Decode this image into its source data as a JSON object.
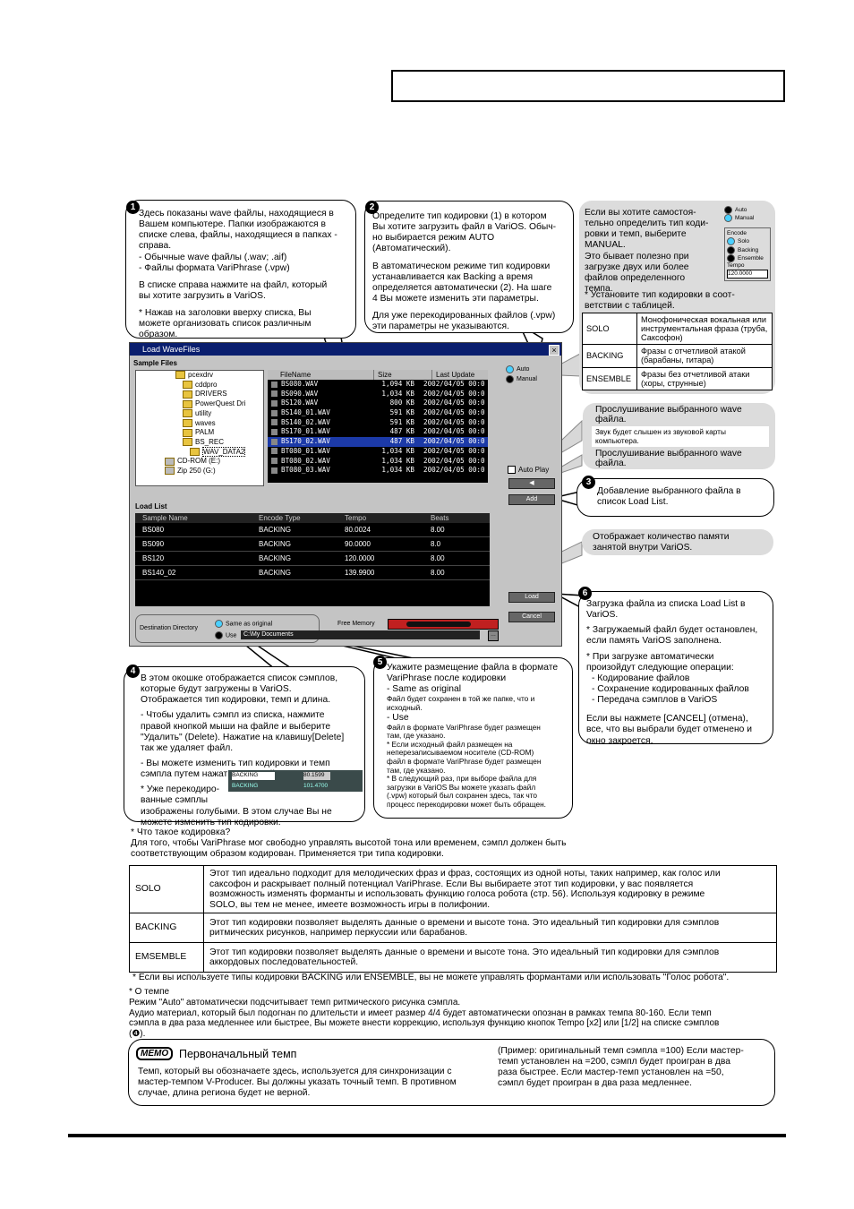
{
  "callout1": {
    "num": "1",
    "lines": [
      "Здесь показаны wave файлы, находящиеся в",
      "Вашем компьютере. Папки изображаются в",
      "списке слева, файлы, находящиеся в папках -",
      "справа.",
      "- Обычные wave файлы (.wav; .aif)",
      "- Файлы формата VariPhrase (.vpw)"
    ],
    "p2": [
      "В списке справа нажмите на файл, который",
      "вы хотите загрузить в VariOS."
    ],
    "p3": [
      "* Нажав на заголовки вверху списка, Вы",
      "можете организовать список различным",
      "образом."
    ]
  },
  "callout2": {
    "num": "2",
    "p1": [
      "Определите тип кодировки (1) в котором",
      "Вы хотите загрузить файл в VariOS. Обыч-",
      "но выбирается режим AUTO",
      "(Автоматический)."
    ],
    "p2": [
      "В автоматическом режиме тип кодировки",
      "устанавливается как Backing а время",
      "определяется автоматически (2). На шаге",
      "4 Вы можете изменить эти параметры."
    ],
    "p3": [
      "Для уже перекодированных файлов (.vpw)",
      "эти параметры не указываются."
    ]
  },
  "callout_manual": {
    "lines": [
      "Если вы хотите самостоя-",
      "тельно определить тип коди-",
      "ровки и темп, выберите",
      "MANUAL.",
      "Это бывает полезно при",
      "загрузке двух или более",
      "файлов определенного",
      "темпа."
    ],
    "note": [
      "* Установите тип кодировки в соот-",
      "ветствии с таблицей."
    ],
    "mini_auto": "Auto",
    "mini_manual": "Manual",
    "mini_encode": "Encode",
    "mini_solo": "Solo",
    "mini_backing": "Backing",
    "mini_ensemble": "Ensemble",
    "mini_tempo": "Tempo",
    "mini_tempo_val": "120.0000",
    "table": [
      {
        "type": "SOLO",
        "desc": "Монофоническая вокальная или инструментальная фраза (труба, Саксофон)"
      },
      {
        "type": "BACKING",
        "desc": "Фразы с отчетливой атакой (барабаны, гитара)"
      },
      {
        "type": "ENSEMBLE",
        "desc": "Фразы без отчетливой атаки (хоры, струнные)"
      }
    ]
  },
  "window": {
    "title": "Load WaveFiles",
    "close": "×",
    "sample_files": "Sample Files",
    "tree": [
      "pcexdrv",
      "cddpro",
      "DRIVERS",
      "PowerQuest Dri",
      "utility",
      "waves",
      "PALM",
      "BS_REC",
      "WAV_DATA2",
      "CD-ROM (E:)",
      "Zip 250 (G:)"
    ],
    "file_headers": [
      "FileName",
      "Size",
      "Last Update"
    ],
    "files": [
      [
        "BS080.WAV",
        "1,094 KB",
        "2002/04/05 00:0"
      ],
      [
        "BS090.WAV",
        "1,034 KB",
        "2002/04/05 00:0"
      ],
      [
        "BS120.WAV",
        "800 KB",
        "2002/04/05 00:0"
      ],
      [
        "BS140_01.WAV",
        "591 KB",
        "2002/04/05 00:0"
      ],
      [
        "BS140_02.WAV",
        "591 KB",
        "2002/04/05 00:0"
      ],
      [
        "BS170_01.WAV",
        "487 KB",
        "2002/04/05 00:0"
      ],
      [
        "BS170_02.WAV",
        "487 KB",
        "2002/04/05 00:0"
      ],
      [
        "BT080_01.WAV",
        "1,034 KB",
        "2002/04/05 00:0"
      ],
      [
        "BT080_02.WAV",
        "1,034 KB",
        "2002/04/05 00:0"
      ],
      [
        "BT080_03.WAV",
        "1,034 KB",
        "2002/04/05 00:0"
      ]
    ],
    "auto": "Auto",
    "manual": "Manual",
    "auto_play": "Auto Play",
    "add": "Add",
    "load_list": "Load List",
    "ll_headers": [
      "Sample Name",
      "Encode Type",
      "Tempo",
      "Beats"
    ],
    "ll_rows": [
      [
        "BS080",
        "BACKING",
        "80.0024",
        "8.00"
      ],
      [
        "BS090",
        "BACKING",
        "90.0000",
        "8.0"
      ],
      [
        "BS120",
        "BACKING",
        "120.0000",
        "8.00"
      ],
      [
        "BS140_02",
        "BACKING",
        "139.9900",
        "8.00"
      ]
    ],
    "load": "Load",
    "cancel": "Cancel",
    "dest_label": "Destination Directory",
    "same": "Same as original",
    "use": "Use",
    "use_path": "C:\\My Documents",
    "free_memory": "Free Memory"
  },
  "callout_play": {
    "title": [
      "Прослушивание выбранного wave",
      "файла."
    ],
    "sub": [
      "Звук будет слышен из звуковой карты",
      "компьютера."
    ],
    "bottom": [
      "Прослушивание выбранного wave",
      "файла."
    ]
  },
  "callout3": {
    "num": "3",
    "lines": [
      "Добавление выбранного файла в",
      "список Load List."
    ]
  },
  "callout_mem": {
    "lines": [
      "Отображает количество памяти",
      "занятой внутри VariOS."
    ]
  },
  "callout6": {
    "num": "6",
    "p1": [
      "Загрузка файла из списка Load List в",
      "VariOS."
    ],
    "p2": [
      "* Загружаемый файл будет остановлен,",
      "если память VariOS заполнена."
    ],
    "p3": [
      "* При загрузке автоматически",
      "произойдут следующие операции:",
      "  - Кодирование файлов",
      "  - Сохранение кодированных файлов",
      "  - Передача сэмплов в VariOS"
    ],
    "p4": [
      "Если вы нажмете [CANCEL] (отмена),",
      "все, что вы выбрали будет отменено и",
      "окно закроется."
    ]
  },
  "callout4": {
    "num": "4",
    "p1": [
      "В этом окошке отображается список сэмплов,",
      "которые будут загружены в VariOS.",
      "Отображается тип кодировки, темп и длина."
    ],
    "p2": [
      "- Чтобы удалить сэмпл из списка, нажмите",
      "правой кнопкой мыши на файле и выберите",
      "\"Удалить\" (Delete). Нажатие на клавишу[Delete]",
      "так же удаляет файл."
    ],
    "p3": [
      "- Вы можете изменить тип кодировки и темп",
      "сэмпла путем нажатия мышкой."
    ],
    "p4a": [
      "* Уже перекодиро-",
      "ванные сэмплы"
    ],
    "p4b": [
      "изображены голубыми. В этом случае Вы не",
      "можете изменить тип кодировки."
    ],
    "mini1": "BACKING",
    "mini2": "BACKING",
    "mini3": "80.1599",
    "mini4": "101.4700"
  },
  "callout5": {
    "num": "5",
    "big": [
      "Укажите размещение файла в формате",
      "VariPhrase после кодировки",
      "- Same as original"
    ],
    "s1": [
      "Файл будет  сохранен в той же папке, что и",
      "исходный."
    ],
    "use": "- Use",
    "s2": [
      "Файл в формате VariPhrase будет размещен",
      "там, где указано."
    ],
    "s3": [
      "* Если исходный файл размещен на",
      "неперезаписываемом носителе (CD-ROM)",
      "файл в формате VariPhrase будет размещен",
      "там, где указано."
    ],
    "s4": [
      "* В следующий раз, при выборе файла для",
      "загрузки в VariOS Вы можете указать файл",
      "(.vpw) который был сохранен здесь, так что",
      "процесс перекодировки может быть обращен."
    ]
  },
  "whatis": {
    "lines": [
      "* Что такое кодировка?",
      "Для того, чтобы VariPhrase мог свободно управлять высотой тона или временем, сэмпл должен быть",
      "соответствующим образом кодирован. Применяется три типа кодировки."
    ]
  },
  "main_table": [
    {
      "type": "SOLO",
      "desc": [
        "Этот тип идеально подходит для мелодических фраз и фраз, состоящих из одной ноты, таких например, как голос или",
        "саксофон и раскрывает полный потенциал VariPhrase. Если Вы выбираете этот тип кодировки, у вас появляется",
        "возможность изменять форманты и использовать функцию голоса робота (стр. 56). Используя кодировку в режиме",
        "SOLO, вы тем не менее, имеете возможность игры в полифонии."
      ]
    },
    {
      "type": "BACKING",
      "desc": [
        "Этот тип кодировки позволяет выделять данные о времени и высоте тона. Это идеальный тип кодировки для сэмплов",
        "ритмических рисунков, например перкуссии или барабанов."
      ]
    },
    {
      "type": "EMSEMBLE",
      "desc": [
        "Этот тип кодировки позволяет выделять данные о времени и высоте тона. Это идеальный тип кодировки для сэмплов",
        "аккордовых последовательностей."
      ]
    }
  ],
  "table_note": "* Если вы используете типы кодировки BACKING или ENSEMBLE, вы не можете управлять формантами или использовать \"Голос робота\".",
  "tempo_note": {
    "lines": [
      "* О темпе",
      "Режим \"Auto\" автоматически подсчитывает темп ритмического рисунка сэмпла.",
      "Аудио материал, который был подогнан по длительсти и имеет размер 4/4 будет автоматически опознан в рамках темпа 80-160. Если темп",
      "сэмпла в два раза медленнее или быстрее, Вы можете внести коррекцию, используя функцию кнопок Tempo [x2] или [1/2] на списке сэмплов",
      "(❹)."
    ]
  },
  "memo": {
    "badge": "MEMO",
    "title": "Первоначальный темп",
    "left": [
      "Темп, который вы обозначаете здесь, используется для синхронизации с",
      "мастер-темпом V-Producer. Вы должны указать точный темп. В противном",
      "случае, длина региона будет не верной."
    ],
    "right": [
      "(Пример: оригинальный темп сэмпла =100) Если мастер-",
      "темп установлен на =200, сэмпл будет проигран в два",
      "раза быстрее. Если мастер-темп установлен на =50,",
      "сэмпл будет проигран в два раза медленнее."
    ]
  }
}
